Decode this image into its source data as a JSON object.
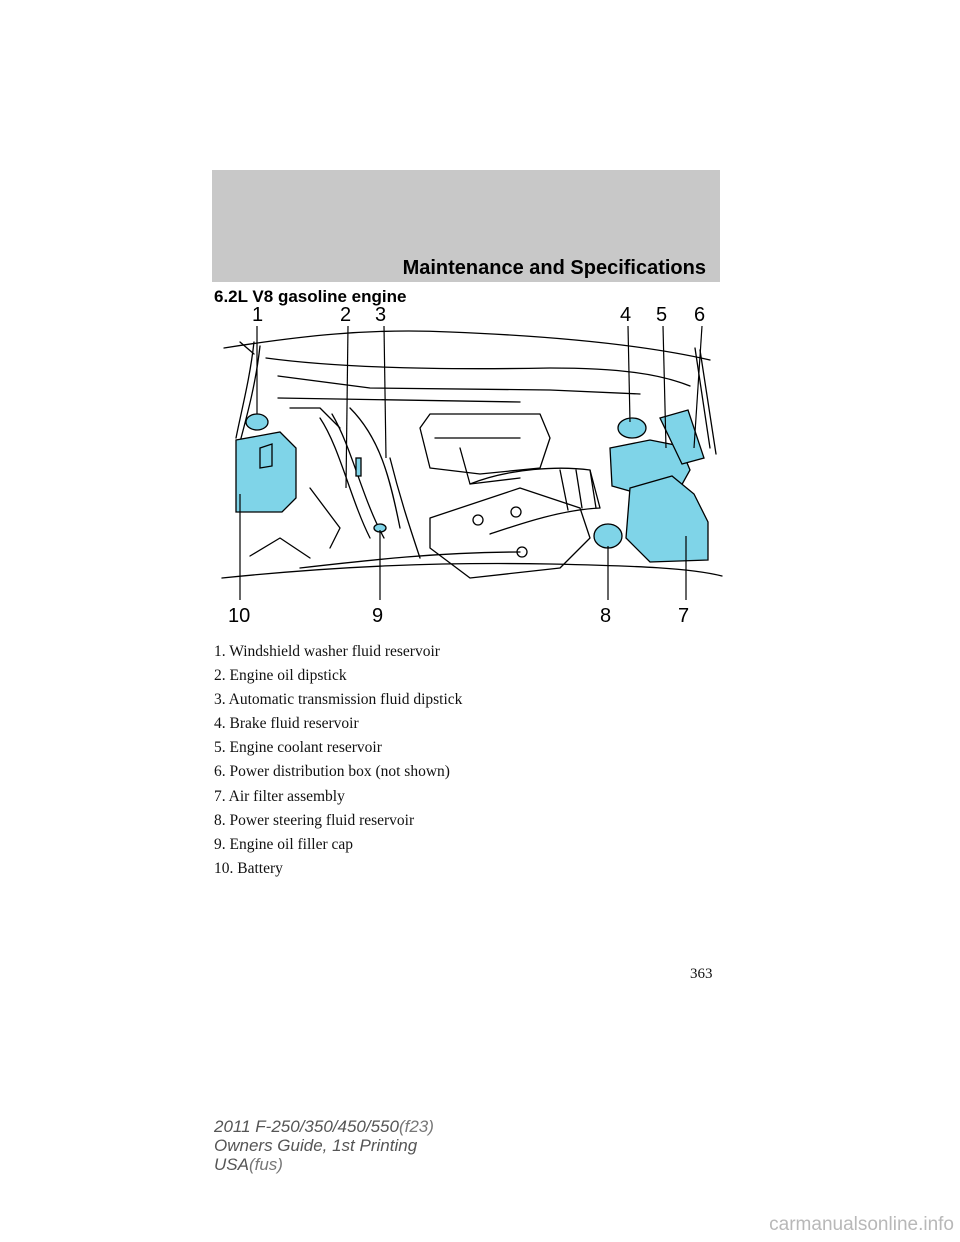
{
  "header": {
    "title": "Maintenance and Specifications"
  },
  "section_title": "6.2L V8 gasoline engine",
  "diagram": {
    "callouts": [
      "1",
      "2",
      "3",
      "4",
      "5",
      "6",
      "10",
      "9",
      "8",
      "7"
    ],
    "highlight_color": "#7fd4e8"
  },
  "legend": [
    "1. Windshield washer fluid reservoir",
    "2. Engine oil dipstick",
    "3. Automatic transmission fluid dipstick",
    "4. Brake fluid reservoir",
    "5. Engine coolant reservoir",
    "6. Power distribution box (not shown)",
    "7. Air filter assembly",
    "8. Power steering fluid reservoir",
    "9. Engine oil filler cap",
    "10. Battery"
  ],
  "page_number": "363",
  "footer": {
    "line1_main": "2011 F-250/350/450/550",
    "line1_code": "(f23)",
    "line2": "Owners Guide, 1st Printing",
    "line3_main": "USA",
    "line3_code": "(fus)"
  },
  "watermark": "carmanualsonline.info"
}
